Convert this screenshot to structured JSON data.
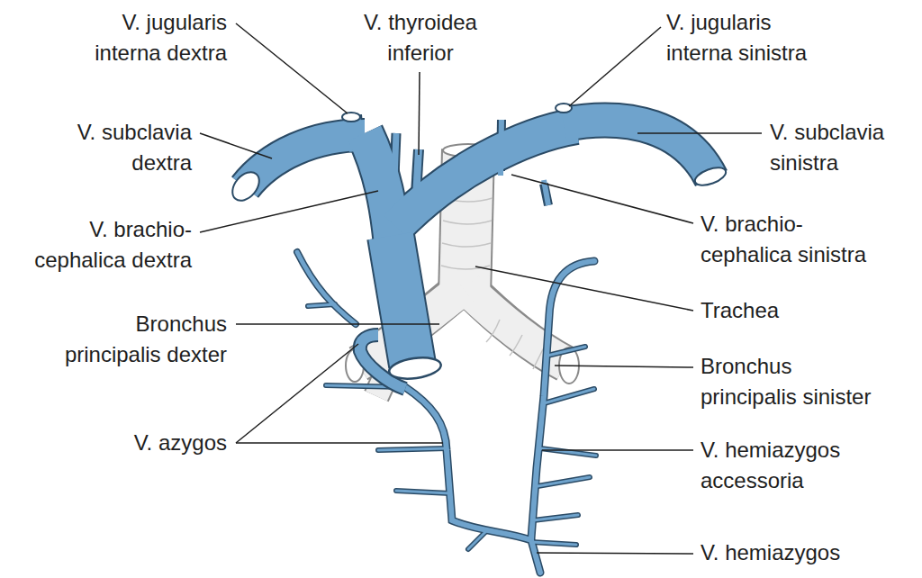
{
  "diagram": {
    "labels": [
      "V. jugularis interna dextra",
      "V. thyroidea inferior",
      "V. jugularis interna sinistra",
      "V. subclavia dextra",
      "V. subclavia sinistra",
      "V. brachio- cephalica dextra",
      "V. brachio- cephalica sinistra",
      "Trachea",
      "Bronchus principalis dexter",
      "Bronchus principalis sinister",
      "V. azygos",
      "V. hemiazygos accessoria",
      "V. hemiazygos"
    ]
  }
}
